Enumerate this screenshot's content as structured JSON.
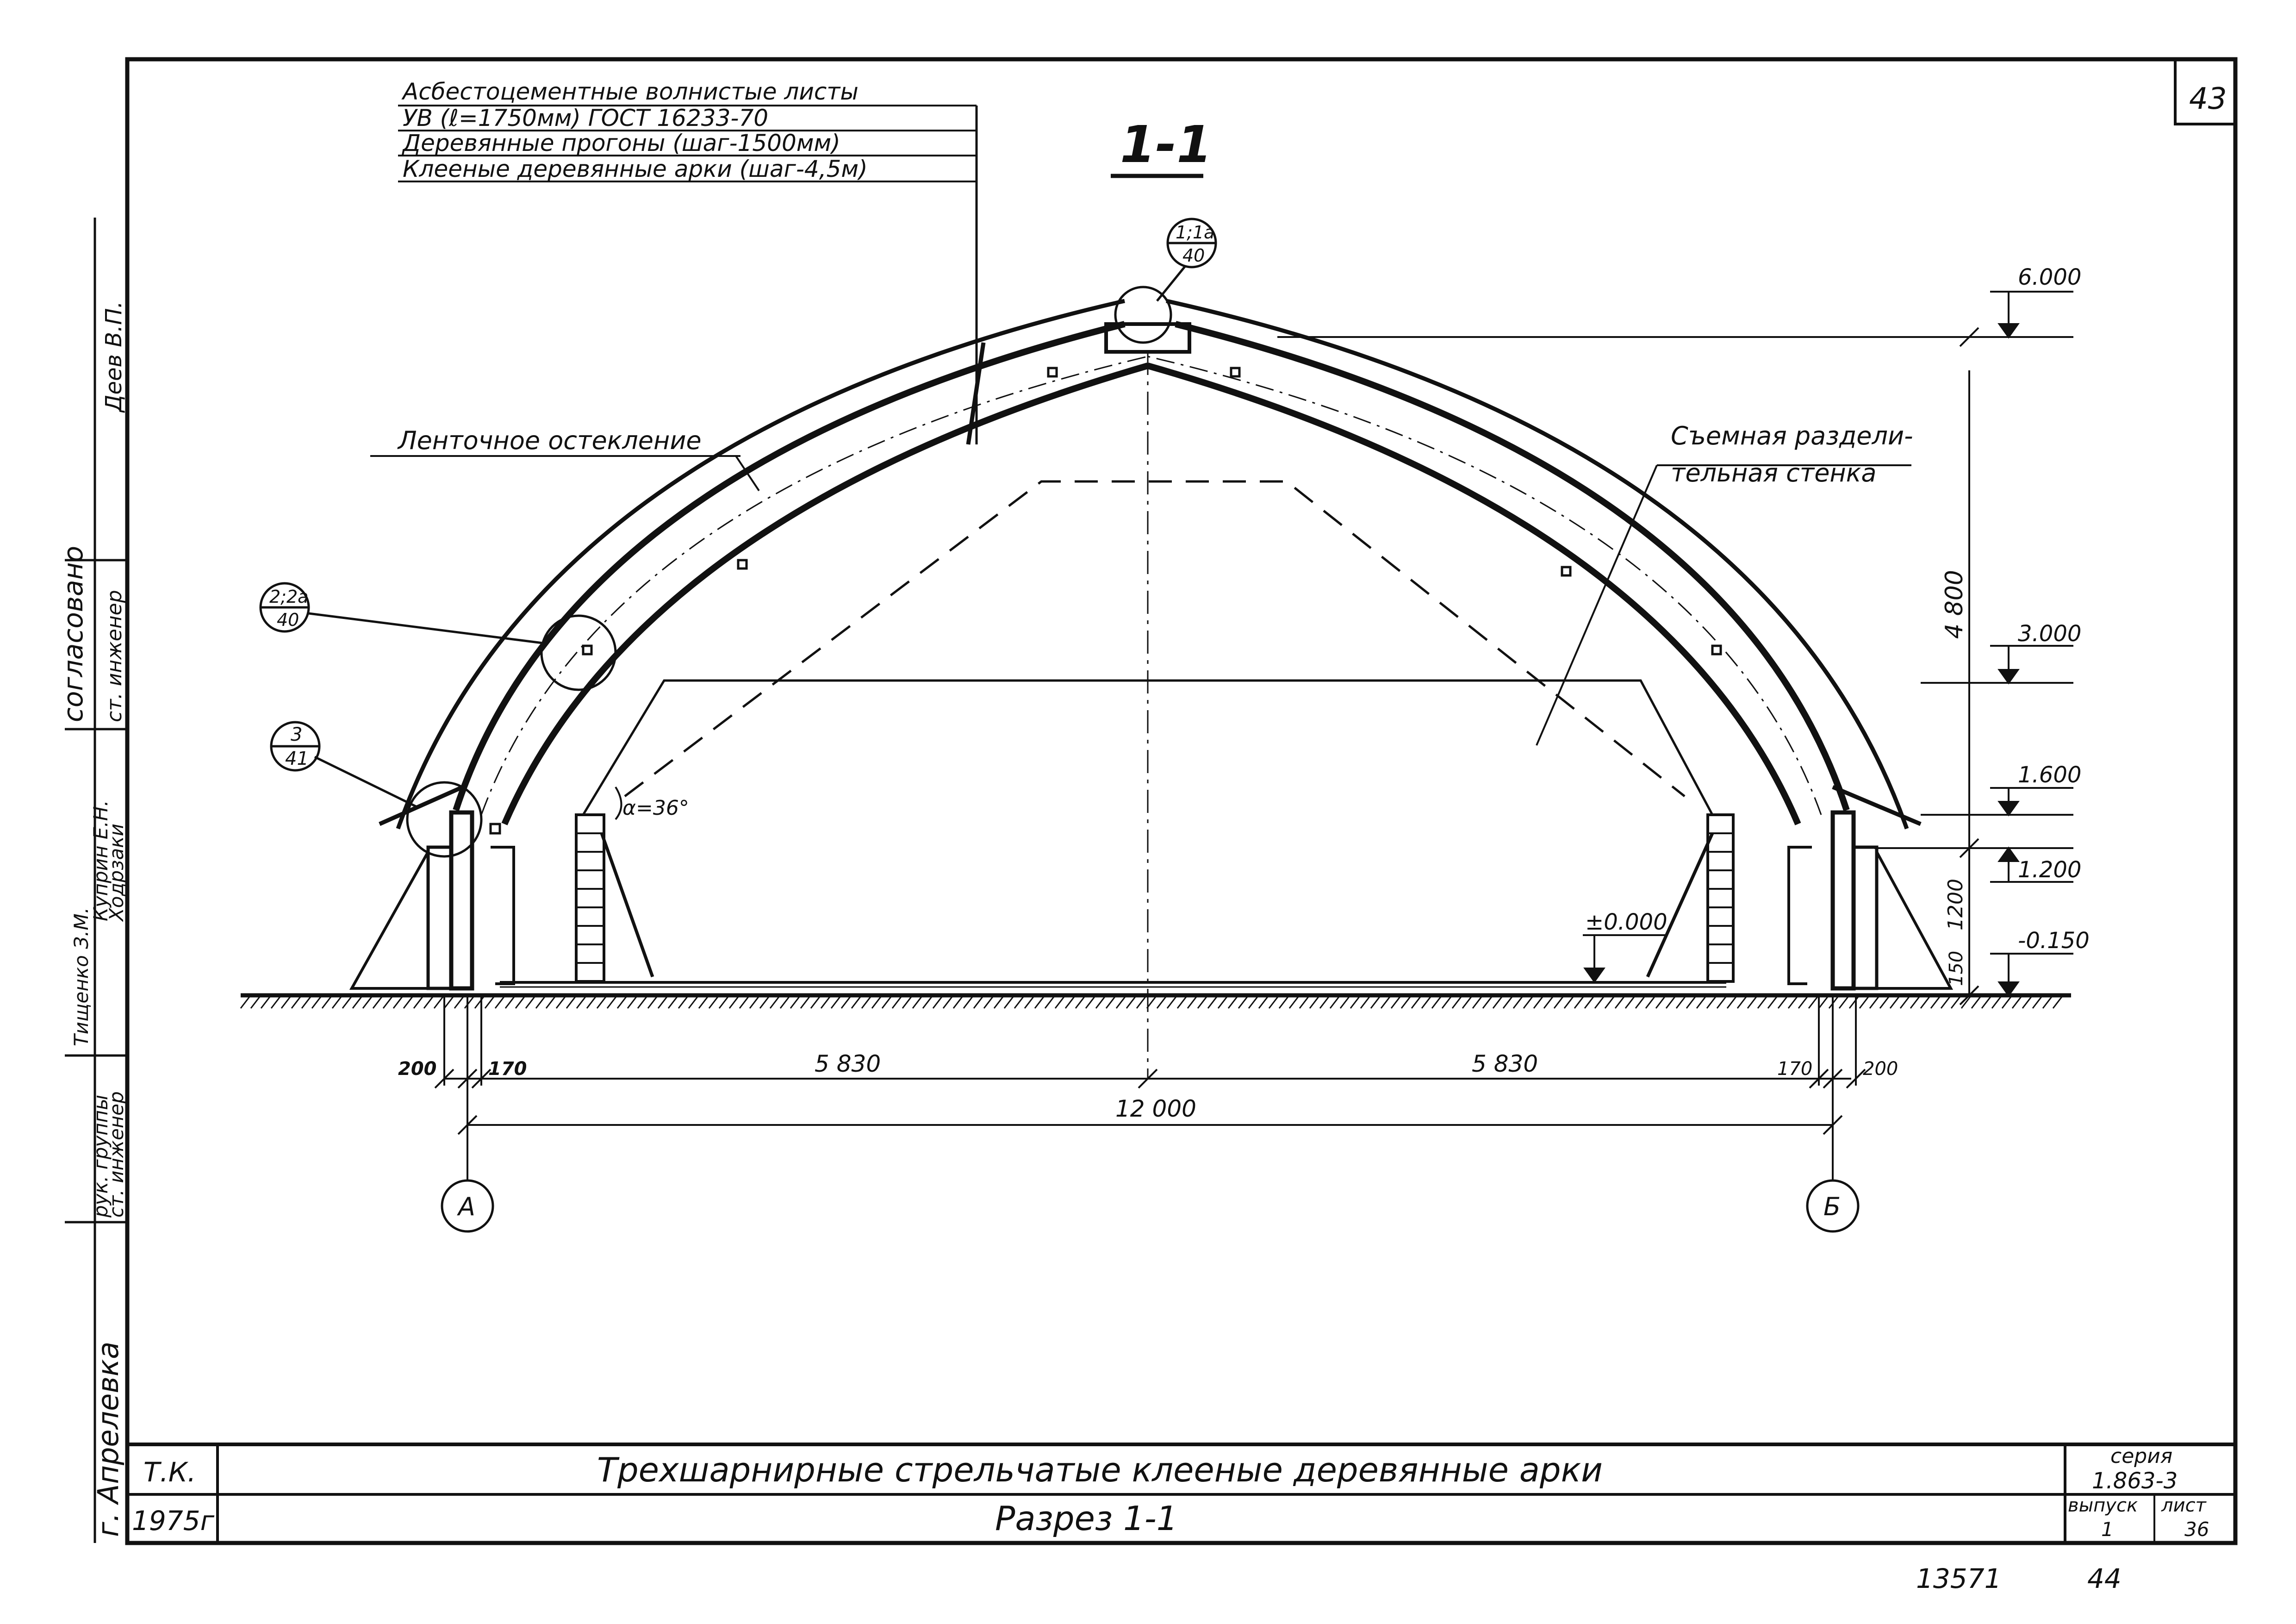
{
  "sheet_no": "43",
  "section_mark": "1-1",
  "legend": {
    "line1": "Асбестоцементные волнистые листы",
    "line2": "УВ (ℓ=1750мм) ГОСТ 16233-70",
    "line3": "Деревянные прогоны (шаг-1500мм)",
    "line4": "Клееные деревянные арки (шаг-4,5м)"
  },
  "callouts": {
    "ridge_top": "1;1а",
    "ridge_bot": "40",
    "left_mid_top": "2;2а",
    "left_mid_bot": "40",
    "left_low_top": "3",
    "left_low_bot": "41"
  },
  "labels": {
    "glazing": "Ленточное остекление",
    "partition_1": "Съемная раздели-",
    "partition_2": "тельная стенка",
    "angle": "α=36°"
  },
  "elevations": {
    "e6": "6.000",
    "e3": "3.000",
    "e16": "1.600",
    "e12": "1.200",
    "e015": "-0.150",
    "zero": "±0.000"
  },
  "vert_dims": {
    "d4800": "4 800",
    "d1200": "1200",
    "d150": "150"
  },
  "horiz_dims": {
    "l200": "200",
    "l170": "170",
    "l5830": "5 830",
    "r5830": "5 830",
    "r170": "170",
    "r200": "200",
    "total": "12 000"
  },
  "axes": {
    "left": "А",
    "right": "Б"
  },
  "side_stamp": {
    "c1": "Деев В.П.",
    "c2": "согласовано",
    "c3": "ст. инженер",
    "c4": "Тищенко З.М.",
    "c5": "Куприн Е.Н.",
    "c6": "Ходрзаки",
    "c7": "рук. группы",
    "c8": "ст. инженер",
    "c9": "г. Апрелевка"
  },
  "title_block": {
    "org": "Т.К.",
    "year": "1975г",
    "title": "Трехшарнирные стрельчатые клееные деревянные арки",
    "subtitle": "Разрез 1-1",
    "series_label": "серия",
    "series_value": "1.863-3",
    "issue_label": "выпуск",
    "issue_value": "1",
    "sheet_label": "лист",
    "sheet_value": "36"
  },
  "footer": {
    "inv_no": "13571",
    "page_no": "44"
  }
}
